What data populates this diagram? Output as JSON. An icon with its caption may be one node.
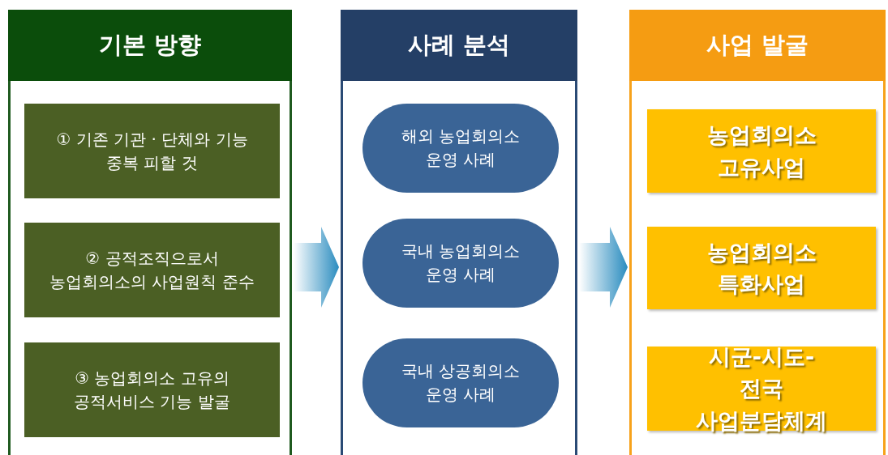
{
  "diagram": {
    "nodes": [
      {
        "text": [
          "기본 방향"
        ]
      },
      {
        "text": [
          "① 기존 기관 · 단체와 기능 중복 피할 것"
        ],
        "in": 0
      },
      {
        "text": [
          "② 공적조직으로서 농업회의소의 사업원칙 준수"
        ],
        "in": 0
      },
      {
        "text": [
          "③ 농업회의소 고유의 공적서비스 기능 발굴"
        ],
        "in": 0
      },
      {
        "text": [
          "사례 분석"
        ]
      },
      {
        "text": [
          "해외 농업회의소 운영 사례"
        ],
        "in": 4
      },
      {
        "text": [
          "국내 농업회의소 운영 사례"
        ],
        "in": 4
      },
      {
        "text": [
          "국내 상공회의소 운영 사례"
        ],
        "in": 4
      },
      {
        "text": [
          "사업 발굴"
        ]
      },
      {
        "text": [
          "농업회의소 고유사업"
        ],
        "in": 8
      },
      {
        "text": [
          "농업회의소 특화사업"
        ],
        "in": 8
      },
      {
        "text": [
          "시군-시도-전국 사업분담체계"
        ],
        "in": 8
      }
    ],
    "edges": [
      {
        "from": 0,
        "to": 4,
        "arrow": "to"
      },
      {
        "from": 4,
        "to": 8,
        "arrow": "to"
      }
    ]
  }
}
